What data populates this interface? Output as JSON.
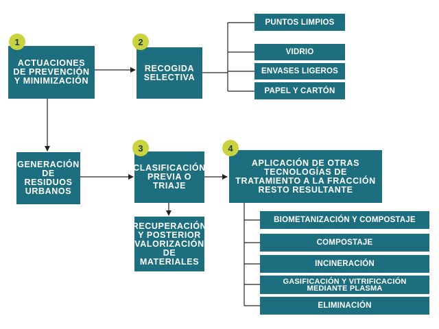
{
  "badges": [
    "1",
    "2",
    "3",
    "4"
  ],
  "boxes": {
    "prevencion": "ACTUACIONES DE PREVENCIÓN Y MINIMIZACIÓN",
    "recogida": "RECOGIDA SELECTIVA",
    "generacion": "GENERACIÓN DE RESIDUOS URBANOS",
    "clasificacion": "CLASIFICACIÓN PREVIA O TRIAJE",
    "recuperacion": "RECUPERACIÓN Y POSTERIOR VALORIZACIÓN DE MATERIALES",
    "aplicacion": "APLICACIÓN DE OTRAS TECNOLOGÍAS DE TRATAMIENTO A LA FRACCIÓN RESTO RESULTANTE"
  },
  "recogida_items": [
    "PUNTOS LIMPIOS",
    "VIDRIO",
    "ENVASES LIGEROS",
    "PAPEL Y CARTÓN"
  ],
  "tratamiento_items": [
    "BIOMETANIZACIÓN Y COMPOSTAJE",
    "COMPOSTAJE",
    "INCINERACIÓN",
    "GASIFICACIÓN Y VITRIFICACIÓN MEDIANTE PLASMA",
    "ELIMINACIÓN"
  ],
  "colors": {
    "box": "#1d6f7f",
    "badge": "#c9d23f",
    "line": "#222222"
  }
}
